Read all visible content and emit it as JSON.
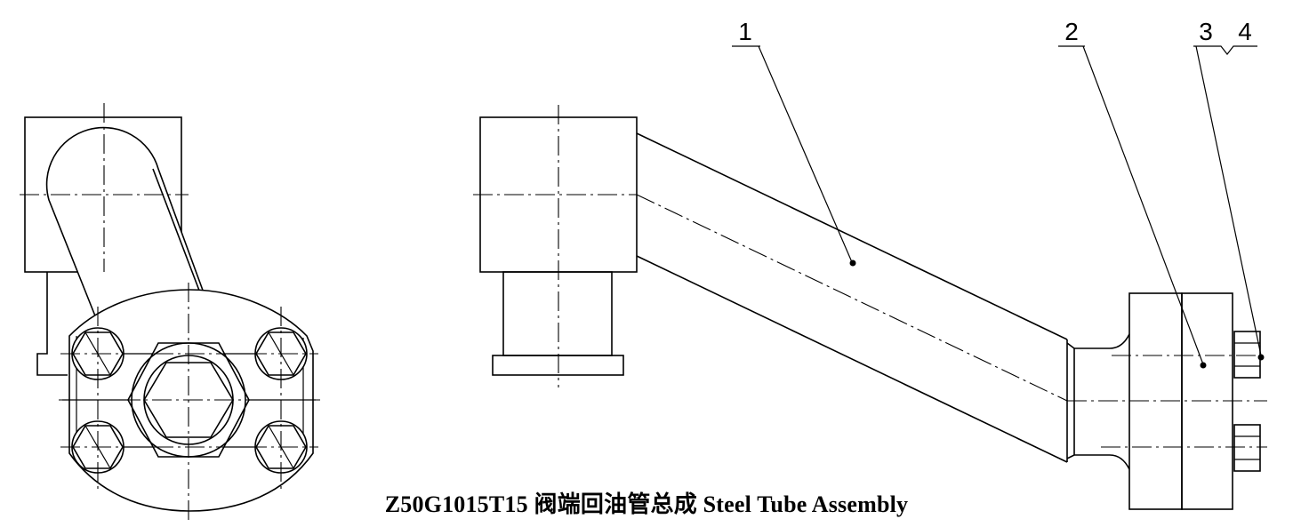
{
  "caption": "Z50G1015T15 阀端回油管总成 Steel Tube Assembly",
  "balloons": [
    "1",
    "2",
    "3",
    "4"
  ],
  "colors": {
    "line": "#000000",
    "background": "#ffffff"
  }
}
